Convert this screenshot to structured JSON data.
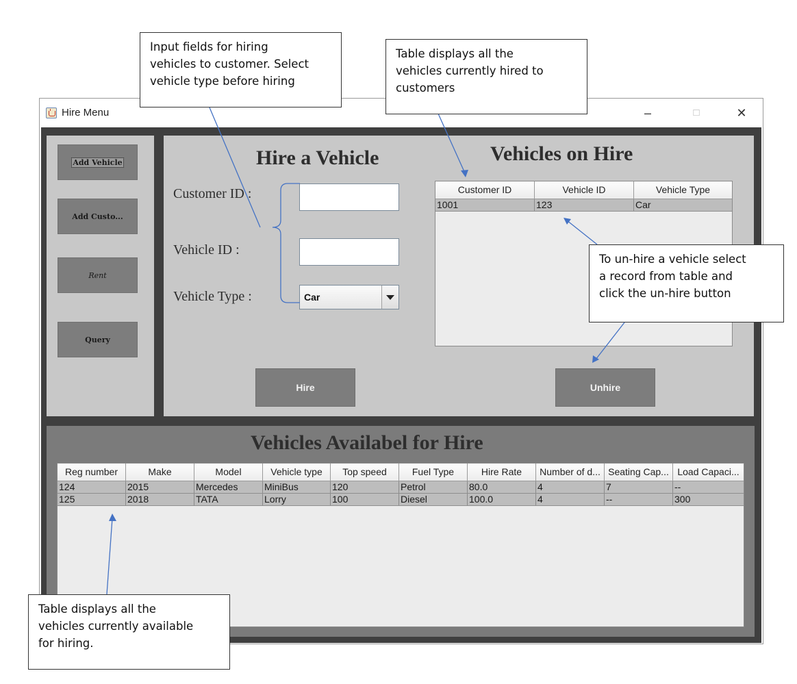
{
  "window": {
    "title": "Hire Menu",
    "minimize": "–",
    "maximize": "□",
    "close": "✕"
  },
  "nav": {
    "add_vehicle": "Add Vehicle",
    "add_customer": "Add Custo...",
    "rent": "Rent",
    "query": "Query"
  },
  "hire_form": {
    "title": "Hire a Vehicle",
    "customer_id_label": "Customer ID :",
    "customer_id_value": "",
    "vehicle_id_label": "Vehicle ID :",
    "vehicle_id_value": "",
    "vehicle_type_label": "Vehicle Type :",
    "vehicle_type_value": "Car",
    "hire_button": "Hire"
  },
  "on_hire": {
    "title": "Vehicles on Hire",
    "columns": [
      "Customer ID",
      "Vehicle ID",
      "Vehicle Type"
    ],
    "rows": [
      [
        "1001",
        "123",
        "Car"
      ]
    ],
    "unhire_button": "Unhire"
  },
  "available": {
    "title": "Vehicles Availabel for Hire",
    "columns": [
      "Reg number",
      "Make",
      "Model",
      "Vehicle type",
      "Top speed",
      "Fuel Type",
      "Hire Rate",
      "Number of d...",
      "Seating Cap...",
      "Load Capaci..."
    ],
    "rows": [
      [
        "124",
        "2015",
        "Mercedes",
        "MiniBus",
        "120",
        "Petrol",
        "80.0",
        "4",
        "7",
        "--"
      ],
      [
        "125",
        "2018",
        "TATA",
        "Lorry",
        "100",
        "Diesel",
        "100.0",
        "4",
        "--",
        "300"
      ]
    ]
  },
  "annotations": {
    "inputs": [
      "Input fields for hiring",
      "vehicles to customer. Select",
      "vehicle type before hiring"
    ],
    "on_hire_table": [
      "Table displays all the",
      "vehicles currently hired to",
      "customers"
    ],
    "unhire": [
      "To un-hire a vehicle select",
      "a record from table and",
      "click the un-hire button"
    ],
    "available_table": [
      "Table displays all the",
      "vehicles currently available",
      "for hiring."
    ]
  },
  "colors": {
    "panel": "#c8c8c8",
    "frame": "#3f3f3f",
    "button": "#7d7d7d",
    "arrow": "#4472c4"
  }
}
